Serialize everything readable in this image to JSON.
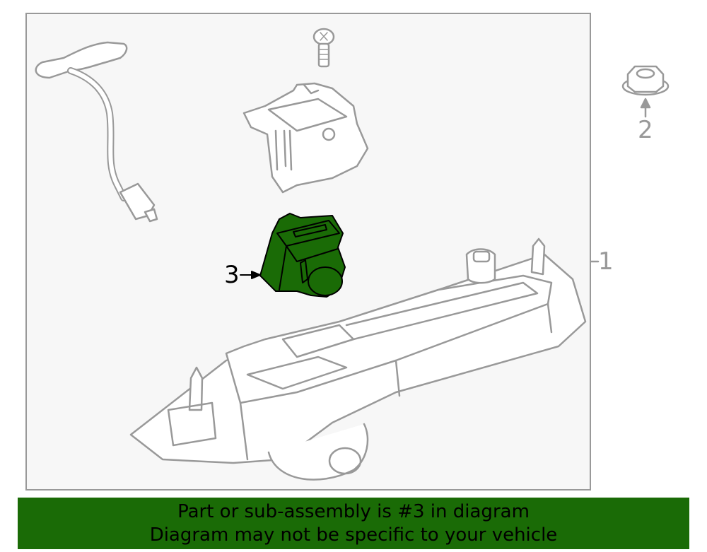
{
  "diagram": {
    "title": "Rear view camera assembly parts diagram",
    "highlight_color": "#1a6b06",
    "line_color": "#999999",
    "callouts": [
      {
        "id": "1",
        "label": "1",
        "part": "Handle / camera housing assembly"
      },
      {
        "id": "2",
        "label": "2",
        "part": "Flange nut"
      },
      {
        "id": "3",
        "label": "3",
        "part": "Camera (highlighted)"
      }
    ]
  },
  "banner": {
    "line1": "Part or sub-assembly is #3 in diagram",
    "line2": "Diagram may not be specific to your vehicle",
    "bg_color": "#1a6b06"
  }
}
